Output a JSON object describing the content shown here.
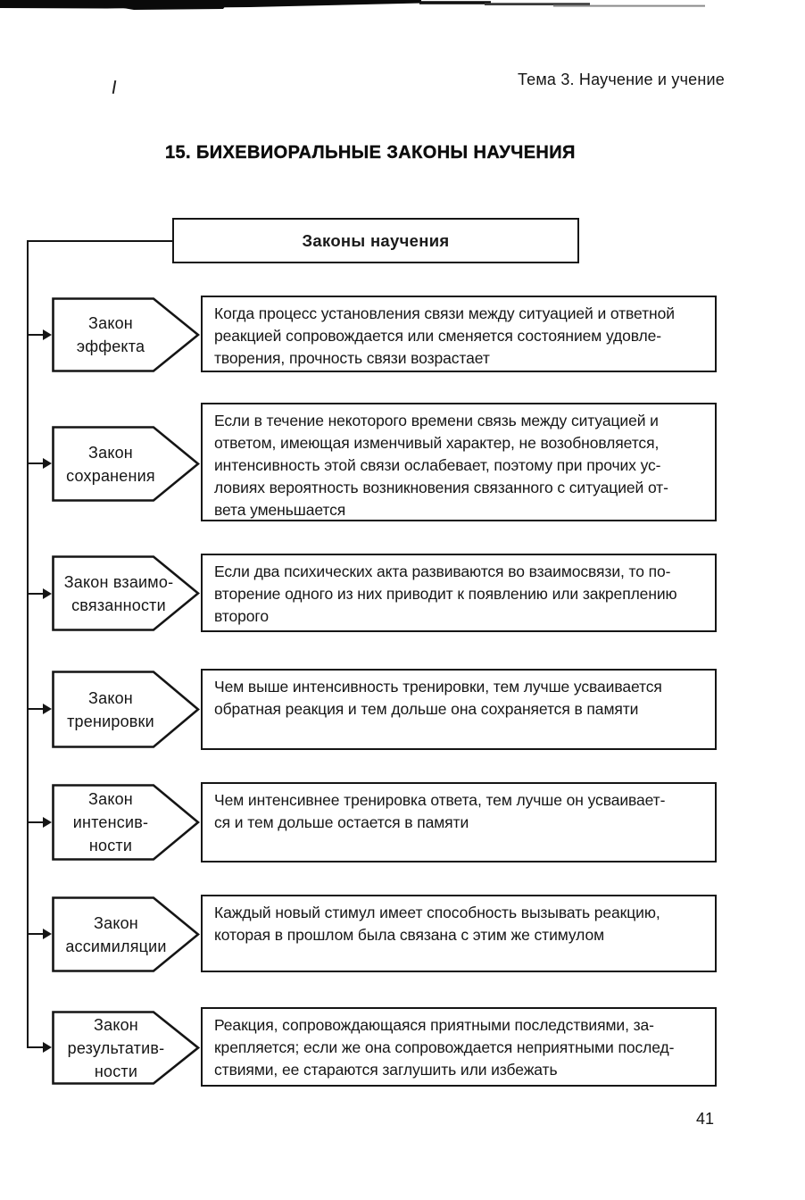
{
  "page": {
    "running_header": "Тема 3. Научение и учение",
    "section_title": "15. БИХЕВИОРАЛЬНЫЕ ЗАКОНЫ НАУЧЕНИЯ",
    "page_number": "41"
  },
  "diagram": {
    "root": {
      "label": "Законы научения"
    },
    "laws": [
      {
        "name": "Закон\nэффекта",
        "description": "Когда процесс установления связи между ситуацией и ответной\nреакцией сопровождается или сменяется состоянием удовле-\nтворения, прочность связи возрастает"
      },
      {
        "name": "Закон\nсохранения",
        "description": "Если в течение некоторого времени связь между ситуацией и\nответом, имеющая изменчивый характер, не возобновляется,\nинтенсивность этой связи ослабевает, поэтому при прочих ус-\nловиях вероятность возникновения связанного с ситуацией от-\nвета уменьшается"
      },
      {
        "name": "Закон взаимо-\nсвязанности",
        "description": "Если два психических акта развиваются во взаимосвязи, то по-\nвторение одного из них приводит к появлению или закреплению\nвторого"
      },
      {
        "name": "Закон\nтренировки",
        "description": "Чем выше интенсивность тренировки, тем лучше усваивается\nобратная реакция и тем дольше она сохраняется в памяти"
      },
      {
        "name": "Закон\nинтенсив-\nности",
        "description": "Чем интенсивнее тренировка ответа, тем лучше он усваивает-\nся и тем дольше остается в памяти"
      },
      {
        "name": "Закон\nассимиляции",
        "description": "Каждый новый стимул имеет способность вызывать реакцию,\nкоторая в прошлом была связана с этим же стимулом"
      },
      {
        "name": "Закон\nрезультатив-\nности",
        "description": "Реакция, сопровождающаяся приятными последствиями, за-\nкрепляется; если же она сопровождается неприятными послед-\nствиями, ее стараются заглушить или избежать"
      }
    ]
  },
  "colors": {
    "ink": "#151515",
    "paper": "#ffffff"
  }
}
